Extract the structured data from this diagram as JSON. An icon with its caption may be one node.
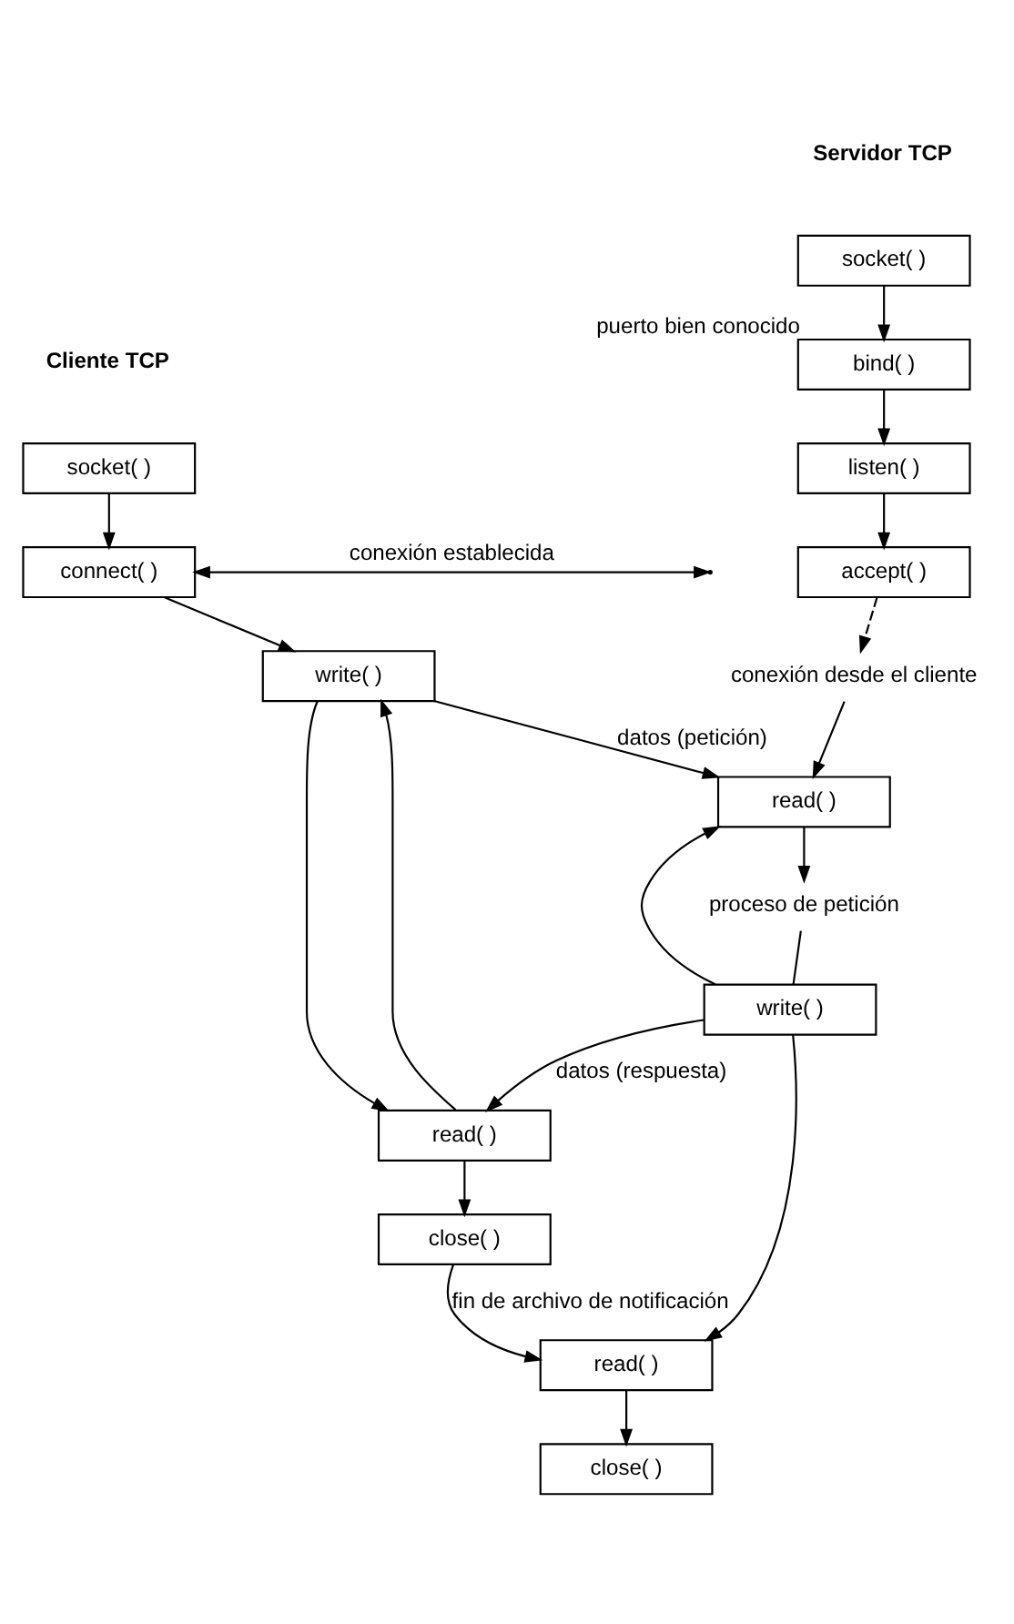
{
  "diagram": {
    "nodes": [
      {
        "text": [
          "socket( )"
        ]
      },
      {
        "text": [
          "bind( )"
        ],
        "beside": [
          "puerto bien conocido"
        ]
      },
      {
        "text": [
          "listen( )"
        ]
      },
      {
        "text": [
          "accept( )"
        ]
      },
      {
        "text": [
          "conexión desde el cliente"
        ]
      },
      {
        "text": [
          "socket( )"
        ]
      },
      {
        "text": [
          "connect( )"
        ]
      },
      {
        "text": [
          "write( )"
        ]
      },
      {
        "text": [
          "read( )"
        ]
      },
      {
        "text": [
          "proceso de petición"
        ]
      },
      {
        "text": [
          "write( )"
        ]
      },
      {
        "text": [
          "read( )"
        ]
      },
      {
        "text": [
          "close( )"
        ]
      },
      {
        "text": [
          "read( )"
        ]
      },
      {
        "text": [
          "close( )"
        ]
      }
    ],
    "edges": [
      {
        "from": 0,
        "to": 1,
        "arrow": "to"
      },
      {
        "from": 1,
        "to": 2,
        "arrow": "to"
      },
      {
        "from": 2,
        "to": 3,
        "arrow": "to"
      },
      {
        "from": 3,
        "to": 4,
        "arrow": "to",
        "style": "dashed"
      },
      {
        "from": 4,
        "to": 8,
        "arrow": "to"
      },
      {
        "from": 5,
        "to": 6,
        "arrow": "to"
      },
      {
        "from": 6,
        "to": null,
        "arrow": "both",
        "label": "conexión establecida"
      },
      {
        "from": 6,
        "to": 7,
        "arrow": "to"
      },
      {
        "from": 7,
        "to": 8,
        "arrow": "to",
        "label": "datos (petición)"
      },
      {
        "from": 7,
        "to": 11,
        "arrow": "to"
      },
      {
        "from": 8,
        "to": 9,
        "arrow": "to"
      },
      {
        "from": 9,
        "to": 10,
        "arrow": "none"
      },
      {
        "from": 10,
        "to": 8,
        "arrow": "to"
      },
      {
        "from": 10,
        "to": 11,
        "arrow": "to",
        "label": "datos (respuesta)"
      },
      {
        "from": 11,
        "to": 7,
        "arrow": "to"
      },
      {
        "from": 11,
        "to": 12,
        "arrow": "to"
      },
      {
        "from": 12,
        "to": 13,
        "arrow": "to",
        "label": "fin de archivo de notificación"
      },
      {
        "from": 10,
        "to": 13,
        "arrow": "to"
      },
      {
        "from": 13,
        "to": 14,
        "arrow": "to"
      }
    ],
    "labels": [
      "Servidor TCP",
      "Cliente TCP"
    ]
  }
}
